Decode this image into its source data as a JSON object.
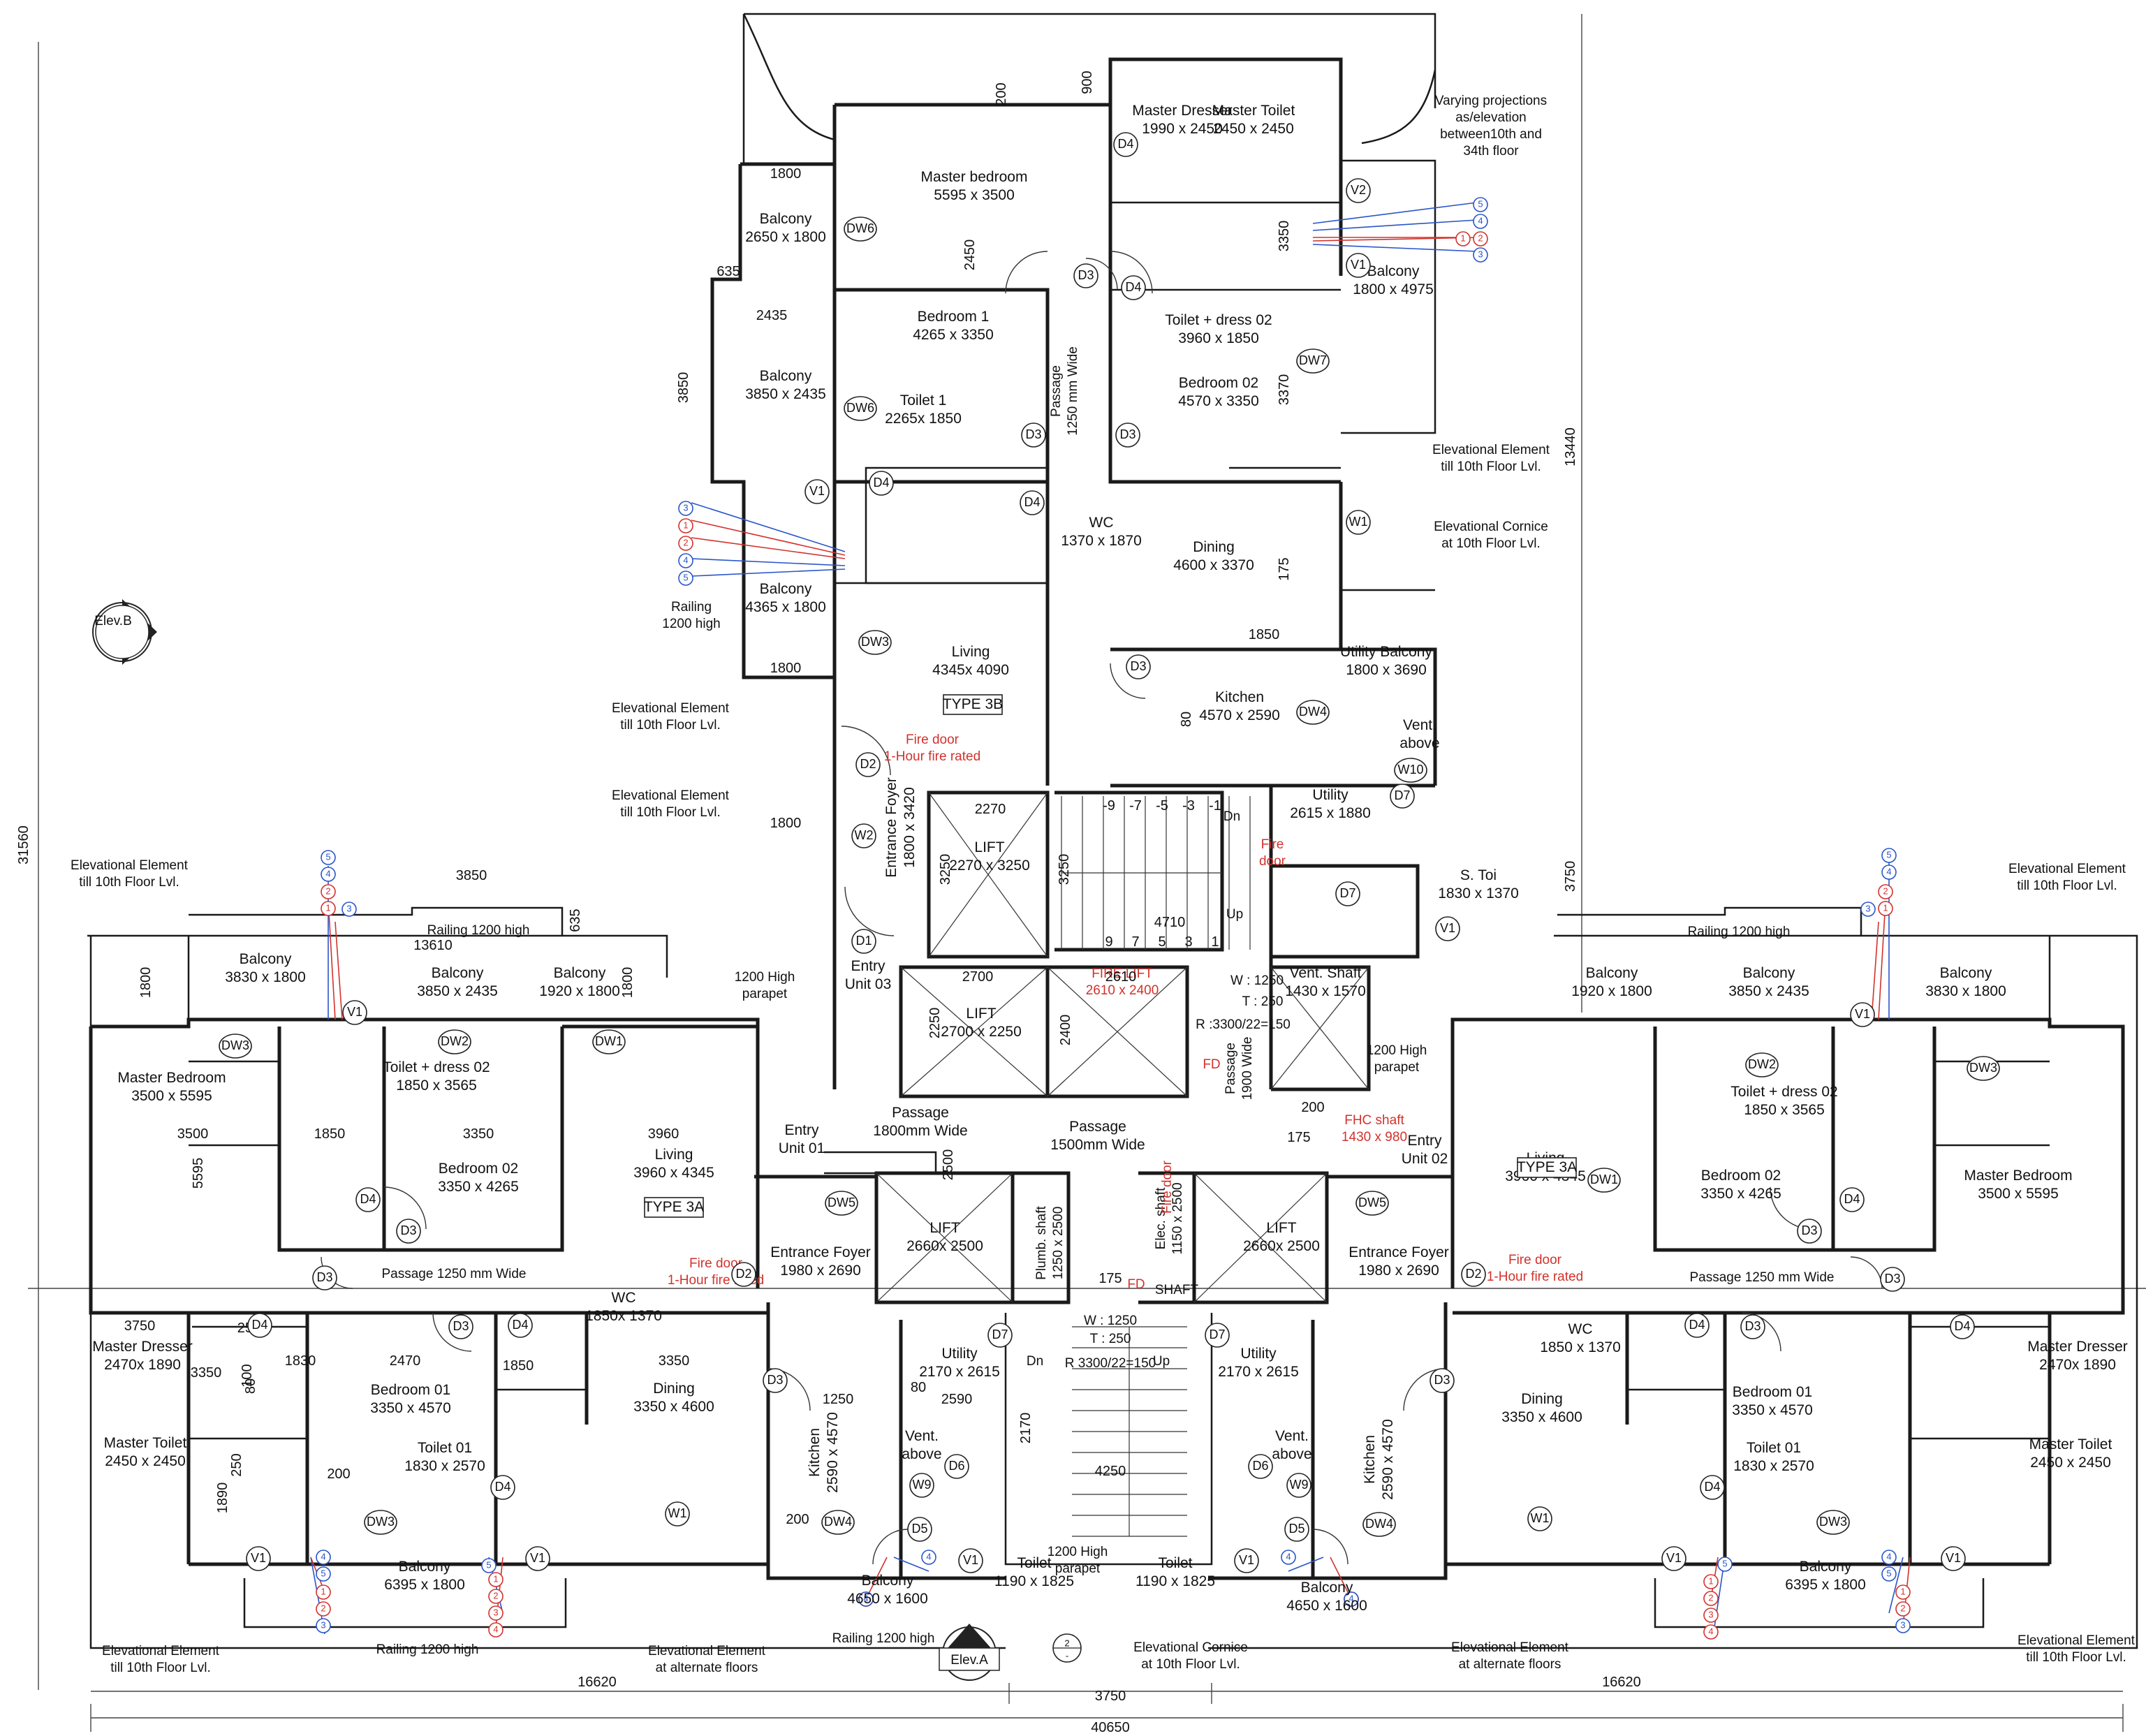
{
  "rooms": [
    {
      "key": "r1",
      "lines": [
        "Master Dresser",
        "1990 x 2450"
      ]
    },
    {
      "key": "r2",
      "lines": [
        "Master Toilet",
        "2450 x 2450"
      ]
    },
    {
      "key": "r3",
      "lines": [
        "Master bedroom",
        "5595 x 3500"
      ]
    },
    {
      "key": "r4",
      "lines": [
        "Balcony",
        "2650 x 1800"
      ]
    },
    {
      "key": "r5",
      "lines": [
        "Balcony",
        "1800 x 4975"
      ]
    },
    {
      "key": "r6",
      "lines": [
        "Bedroom 1",
        "4265 x 3350"
      ]
    },
    {
      "key": "r7",
      "lines": [
        "Toilet + dress 02",
        "3960 x 1850"
      ]
    },
    {
      "key": "r8",
      "lines": [
        "Balcony",
        "3850 x 2435"
      ]
    },
    {
      "key": "r9",
      "lines": [
        "Toilet 1",
        "2265x 1850"
      ]
    },
    {
      "key": "r10",
      "lines": [
        "Bedroom 02",
        "4570 x 3350"
      ]
    },
    {
      "key": "r11",
      "lines": [
        "WC",
        "1370 x 1870"
      ]
    },
    {
      "key": "r12",
      "lines": [
        "Dining",
        "4600 x 3370"
      ]
    },
    {
      "key": "r13",
      "lines": [
        "Balcony",
        "4365 x 1800"
      ]
    },
    {
      "key": "r14",
      "lines": [
        "Living",
        "4345x 4090"
      ]
    },
    {
      "key": "r15",
      "lines": [
        "Kitchen",
        "4570 x 2590"
      ]
    },
    {
      "key": "r16",
      "lines": [
        "Utility Balcony",
        "1800 x 3690"
      ]
    },
    {
      "key": "r17",
      "lines": [
        "Entrance Foyer",
        "1800 x 3420"
      ]
    },
    {
      "key": "r18",
      "lines": [
        "LIFT",
        "2270 x 3250"
      ]
    },
    {
      "key": "r19",
      "lines": [
        "Utility",
        "2615 x 1880"
      ]
    },
    {
      "key": "r20",
      "lines": [
        "S. Toi",
        "1830 x 1370"
      ]
    },
    {
      "key": "r21",
      "lines": [
        "Entry",
        "Unit 03"
      ]
    },
    {
      "key": "r22",
      "lines": [
        "LIFT",
        "2700 x 2250"
      ]
    },
    {
      "key": "r24",
      "lines": [
        "Vent. Shaft",
        "1430 x 1570"
      ]
    },
    {
      "key": "r25",
      "lines": [
        "Balcony",
        "3830 x 1800"
      ]
    },
    {
      "key": "r26",
      "lines": [
        "Balcony",
        "3850 x 2435"
      ]
    },
    {
      "key": "r27",
      "lines": [
        "Balcony",
        "1920 x 1800"
      ]
    },
    {
      "key": "r28",
      "lines": [
        "Master Bedroom",
        "3500 x 5595"
      ]
    },
    {
      "key": "r29",
      "lines": [
        "Toilet + dress 02",
        "1850 x 3565"
      ]
    },
    {
      "key": "r30",
      "lines": [
        "Bedroom  02",
        "3350 x 4265"
      ]
    },
    {
      "key": "r31",
      "lines": [
        "Living",
        "3960 x 4345"
      ]
    },
    {
      "key": "r32",
      "lines": [
        "Entry",
        "Unit 01"
      ]
    },
    {
      "key": "r33",
      "lines": [
        "Passage",
        "1800mm Wide"
      ]
    },
    {
      "key": "r34",
      "lines": [
        "Passage",
        "1500mm Wide"
      ]
    },
    {
      "key": "r35",
      "lines": [
        "Entrance Foyer",
        "1980 x 2690"
      ]
    },
    {
      "key": "r36",
      "lines": [
        "LIFT",
        "2660x 2500"
      ]
    },
    {
      "key": "r37",
      "lines": [
        "LIFT",
        "2660x 2500"
      ]
    },
    {
      "key": "r38",
      "lines": [
        "Entrance Foyer",
        "1980 x 2690"
      ]
    },
    {
      "key": "r39",
      "lines": [
        "Entry",
        "Unit 02"
      ]
    },
    {
      "key": "r40",
      "lines": [
        "Living",
        "3960 x 4345"
      ]
    },
    {
      "key": "r41",
      "lines": [
        "Balcony",
        "1920 x 1800"
      ]
    },
    {
      "key": "r42",
      "lines": [
        "Balcony",
        "3850 x 2435"
      ]
    },
    {
      "key": "r43",
      "lines": [
        "Balcony",
        "3830 x 1800"
      ]
    },
    {
      "key": "r44",
      "lines": [
        "Toilet + dress 02",
        "1850 x 3565"
      ]
    },
    {
      "key": "r45",
      "lines": [
        "Bedroom  02",
        "3350 x 4265"
      ]
    },
    {
      "key": "r46",
      "lines": [
        "Master Bedroom",
        "3500 x 5595"
      ]
    },
    {
      "key": "r47",
      "lines": [
        "Master Dresser",
        "2470x 1890"
      ]
    },
    {
      "key": "r48",
      "lines": [
        "WC",
        "1850x 1370"
      ]
    },
    {
      "key": "r49",
      "lines": [
        "Bedroom 01",
        "3350 x 4570"
      ]
    },
    {
      "key": "r50",
      "lines": [
        "Dining",
        "3350 x 4600"
      ]
    },
    {
      "key": "r51",
      "lines": [
        "Toilet 01",
        "1830 x 2570"
      ]
    },
    {
      "key": "r52",
      "lines": [
        "Master Toilet",
        "2450 x 2450"
      ]
    },
    {
      "key": "r53",
      "lines": [
        "Utility",
        "2170 x 2615"
      ]
    },
    {
      "key": "r54",
      "lines": [
        "Utility",
        "2170 x 2615"
      ]
    },
    {
      "key": "r55",
      "lines": [
        "WC",
        "1850 x 1370"
      ]
    },
    {
      "key": "r56",
      "lines": [
        "Dining",
        "3350 x 4600"
      ]
    },
    {
      "key": "r57",
      "lines": [
        "Bedroom 01",
        "3350 x 4570"
      ]
    },
    {
      "key": "r58",
      "lines": [
        "Toilet 01",
        "1830 x 2570"
      ]
    },
    {
      "key": "r59",
      "lines": [
        "Master Dresser",
        "2470x 1890"
      ]
    },
    {
      "key": "r60",
      "lines": [
        "Master Toilet",
        "2450 x 2450"
      ]
    },
    {
      "key": "r61",
      "lines": [
        "Balcony",
        "6395 x 1800"
      ]
    },
    {
      "key": "r62",
      "lines": [
        "Balcony",
        "4650 x 1600"
      ]
    },
    {
      "key": "r63",
      "lines": [
        "Toilet",
        "1190 x 1825"
      ]
    },
    {
      "key": "r64",
      "lines": [
        "Toilet",
        "1190 x 1825"
      ]
    },
    {
      "key": "r65",
      "lines": [
        "Balcony",
        "4650 x 1600"
      ]
    },
    {
      "key": "r66",
      "lines": [
        "Balcony",
        "6395 x 1800"
      ]
    },
    {
      "key": "r67",
      "lines": [
        "Kitchen",
        "2590 x 4570"
      ]
    },
    {
      "key": "r68",
      "lines": [
        "Kitchen",
        "2590 x 4570"
      ]
    },
    {
      "key": "r69",
      "lines": [
        "Vent.",
        "above"
      ]
    },
    {
      "key": "r70",
      "lines": [
        "Vent.",
        "above"
      ]
    },
    {
      "key": "r71",
      "lines": [
        "Vent.",
        "above"
      ]
    }
  ],
  "annotations": [
    {
      "key": "a1",
      "lines": [
        "Varying projections",
        "as/elevation",
        "between10th and",
        "34th floor"
      ]
    },
    {
      "key": "a2",
      "lines": [
        "Elevational Element",
        "till 10th Floor Lvl."
      ]
    },
    {
      "key": "a3",
      "lines": [
        "Elevational Cornice",
        "at 10th Floor Lvl."
      ]
    },
    {
      "key": "a4",
      "lines": [
        "Railing",
        "1200 high"
      ]
    },
    {
      "key": "a5",
      "lines": [
        "Elevational Element",
        "till 10th Floor Lvl."
      ]
    },
    {
      "key": "a6",
      "lines": [
        "Elevational Element",
        "till 10th Floor Lvl."
      ]
    },
    {
      "key": "a7",
      "lines": [
        "Elevational Element",
        "till 10th Floor Lvl."
      ]
    },
    {
      "key": "a8",
      "lines": [
        "Elevational Element",
        "till 10th Floor Lvl."
      ]
    },
    {
      "key": "a9",
      "lines": [
        "Railing 1200 high"
      ]
    },
    {
      "key": "a10",
      "lines": [
        "Railing 1200 high"
      ]
    },
    {
      "key": "a11",
      "lines": [
        "1200 High",
        "parapet"
      ]
    },
    {
      "key": "a12",
      "lines": [
        "1200 High",
        "parapet"
      ]
    },
    {
      "key": "a13",
      "lines": [
        "Passage",
        "1900 Wide"
      ]
    },
    {
      "key": "a14",
      "lines": [
        "Passage 1250 mm Wide"
      ]
    },
    {
      "key": "a15",
      "lines": [
        "Passage 1250 mm Wide"
      ]
    },
    {
      "key": "a16",
      "lines": [
        "1200 High",
        "parapet"
      ]
    },
    {
      "key": "a17",
      "lines": [
        "Elevational Element",
        "till 10th Floor Lvl."
      ]
    },
    {
      "key": "a18",
      "lines": [
        "Railing 1200 high"
      ]
    },
    {
      "key": "a19",
      "lines": [
        "Elevational Element",
        "at alternate floors"
      ]
    },
    {
      "key": "a20",
      "lines": [
        "Railing 1200 high"
      ]
    },
    {
      "key": "a21",
      "lines": [
        "Elevational Cornice",
        "at 10th Floor Lvl."
      ]
    },
    {
      "key": "a22",
      "lines": [
        "Elevational Element",
        "at alternate floors"
      ]
    },
    {
      "key": "a23",
      "lines": [
        "Elevational Element",
        "till 10th Floor Lvl."
      ]
    },
    {
      "key": "a24",
      "lines": [
        "Passage",
        "1250 mm Wide"
      ]
    },
    {
      "key": "a25",
      "lines": [
        "SHAFT"
      ]
    },
    {
      "key": "a26",
      "lines": [
        "Elec. shaft",
        "1150 x 2500"
      ]
    },
    {
      "key": "a27",
      "lines": [
        "Plumb. shaft",
        "1250 x 2500"
      ]
    }
  ],
  "red_notes": [
    {
      "key": "f1",
      "lines": [
        "Fire door",
        "1-Hour fire rated"
      ]
    },
    {
      "key": "f2",
      "lines": [
        "Fire",
        "door"
      ]
    },
    {
      "key": "f3",
      "lines": [
        "FIRE LIFT",
        "2610 x 2400"
      ]
    },
    {
      "key": "f4",
      "lines": [
        "FD"
      ]
    },
    {
      "key": "f5",
      "lines": [
        "FHC shaft",
        "1430 x 980"
      ]
    },
    {
      "key": "f6",
      "lines": [
        "Fire door",
        "1-Hour fire rated"
      ]
    },
    {
      "key": "f7",
      "lines": [
        "Fire door",
        "1-Hour fire rated"
      ]
    },
    {
      "key": "f8",
      "lines": [
        "Fire door"
      ]
    },
    {
      "key": "f9",
      "lines": [
        "FD"
      ]
    }
  ],
  "type_labels": [
    "TYPE 3B",
    "TYPE 3A",
    "TYPE 3A"
  ],
  "elevation_marks": [
    "Elev.B",
    "Elev.A"
  ],
  "stair_labels": {
    "dn": "Dn",
    "up": "Up",
    "w": "W : 1250",
    "t": "T : 250",
    "r": "R :3300/22=150",
    "r2": "R 3300/22=150",
    "steps_top": [
      "-9",
      "-7",
      "-5",
      "-3",
      "-1"
    ],
    "steps_bot": [
      "9",
      "7",
      "5",
      "3",
      "1"
    ]
  },
  "tags": [
    "D4",
    "D3",
    "DW6",
    "DW7",
    "V1",
    "V2",
    "D2",
    "DW3",
    "DW4",
    "W10",
    "D7",
    "W2",
    "D1",
    "W1",
    "DW1",
    "DW2",
    "DW5",
    "D5",
    "D6",
    "W9"
  ],
  "dimensions": {
    "overall": "40650",
    "left_wing": "16620",
    "right_wing": "16620",
    "core": "3750",
    "height_total": "31560",
    "height_upper": "13440",
    "height_lower": "3750",
    "misc": [
      "200",
      "900",
      "1800",
      "635",
      "2435",
      "3850",
      "1800",
      "1800",
      "2270",
      "2700",
      "2610",
      "4710",
      "3850",
      "13610",
      "1800",
      "1800",
      "3500",
      "1850",
      "3350",
      "3960",
      "5595",
      "3250",
      "3250",
      "2250",
      "2400",
      "2500",
      "175",
      "1250",
      "2590",
      "2170",
      "4250",
      "3750",
      "1830",
      "2470",
      "3350",
      "3350",
      "200",
      "100",
      "80",
      "1890",
      "250",
      "2450",
      "175",
      "3370",
      "3350",
      "1850",
      "80",
      "2590",
      "80",
      "200",
      "175",
      "200",
      "1850",
      "635"
    ]
  },
  "pipe_numbers": [
    "1",
    "2",
    "3",
    "4",
    "5"
  ]
}
